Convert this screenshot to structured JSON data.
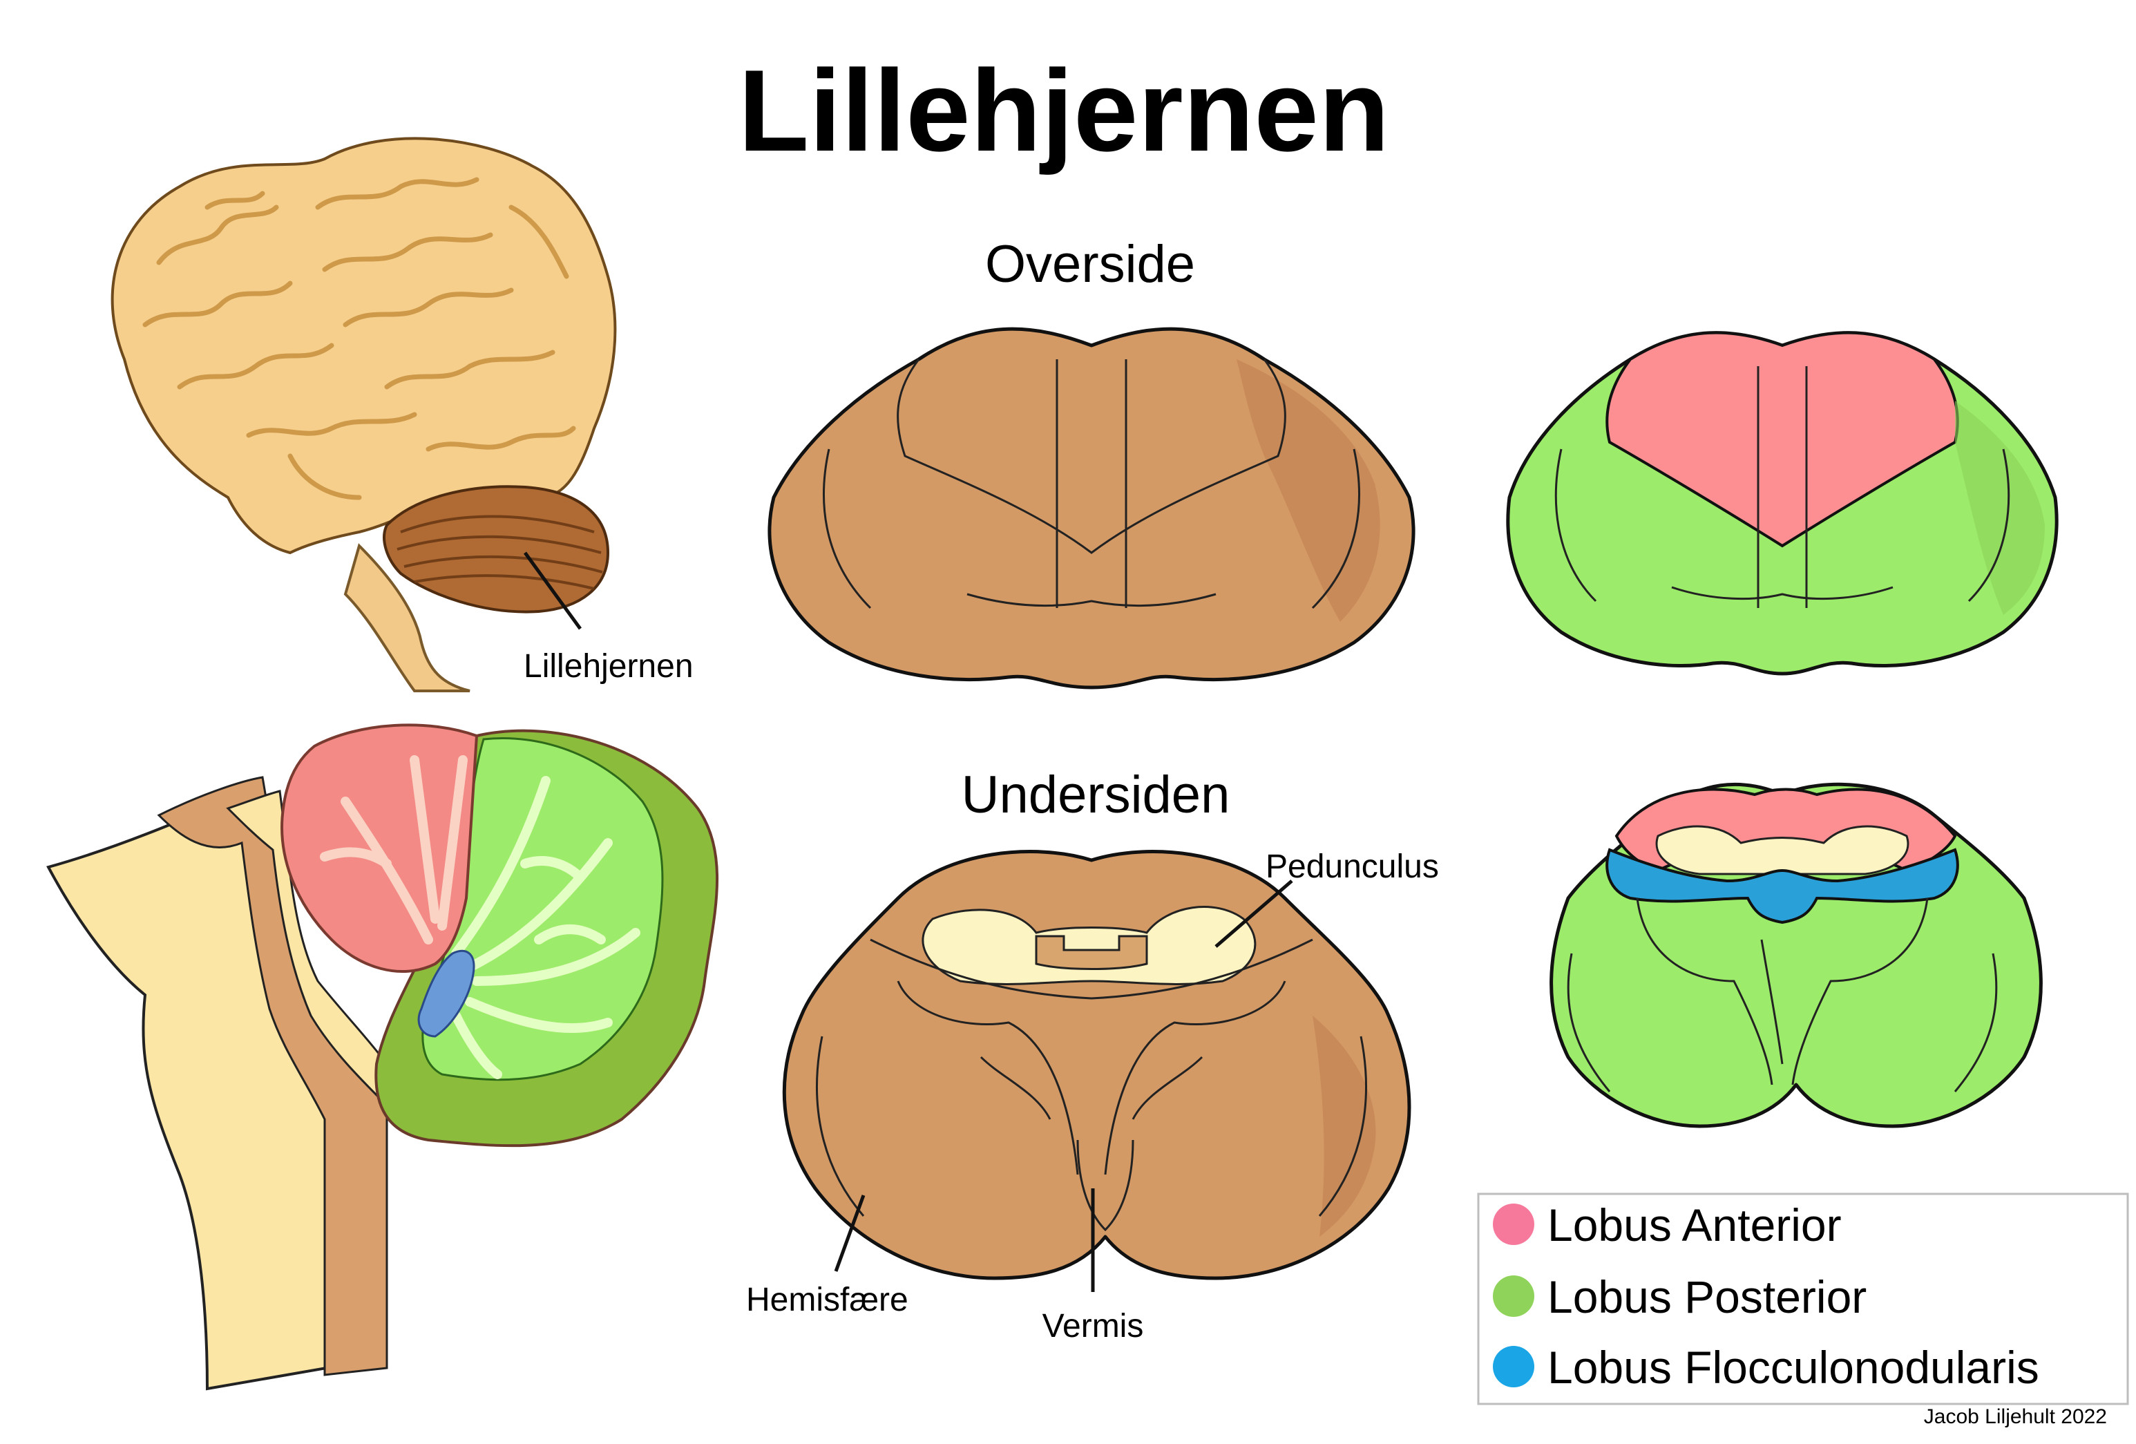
{
  "title": "Lillehjernen",
  "views": {
    "top_heading": "Overside",
    "bottom_heading": "Undersiden"
  },
  "labels": {
    "brain_cerebellum": "Lillehjernen",
    "peduncle": "Pedunculus",
    "hemisphere": "Hemisfære",
    "vermis": "Vermis"
  },
  "legend": {
    "items": [
      {
        "label": "Lobus Anterior",
        "color": "#f6799b"
      },
      {
        "label": "Lobus Posterior",
        "color": "#8fd35a"
      },
      {
        "label": "Lobus Flocculonodularis",
        "color": "#1aa6e6"
      }
    ]
  },
  "credit": "Jacob Liljehult 2022",
  "colors": {
    "cerebellum_brown": "#d49a66",
    "cerebellum_shadow": "#c68756",
    "anterior_pink": "#fd8e92",
    "posterior_green": "#9deb6a",
    "flocculonodular_blue": "#2aa0d8",
    "brain_beige": "#f6cf8c",
    "brainstem_cream": "#fbe6a6"
  }
}
